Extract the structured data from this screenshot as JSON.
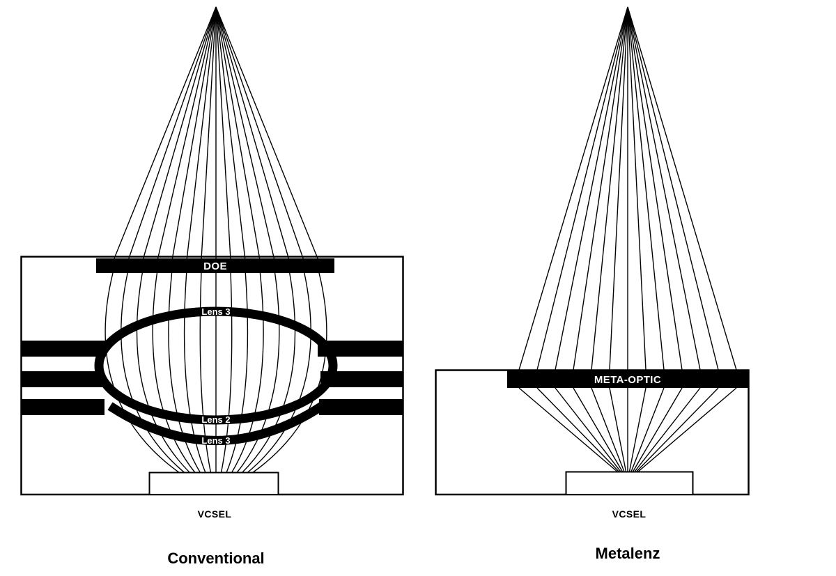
{
  "figure": {
    "background": "#ffffff",
    "ink_color": "#000000",
    "label_on_bar_color": "#ffffff"
  },
  "conventional": {
    "title": "Conventional",
    "doe_label": "DOE",
    "lens_labels": {
      "top": "Lens 3",
      "middle": "Lens 2",
      "bottom": "Lens 3"
    },
    "vcsel_label": "VCSEL"
  },
  "metalenz": {
    "title": "Metalenz",
    "meta_optic_label": "META-OPTIC",
    "vcsel_label": "VCSEL"
  }
}
